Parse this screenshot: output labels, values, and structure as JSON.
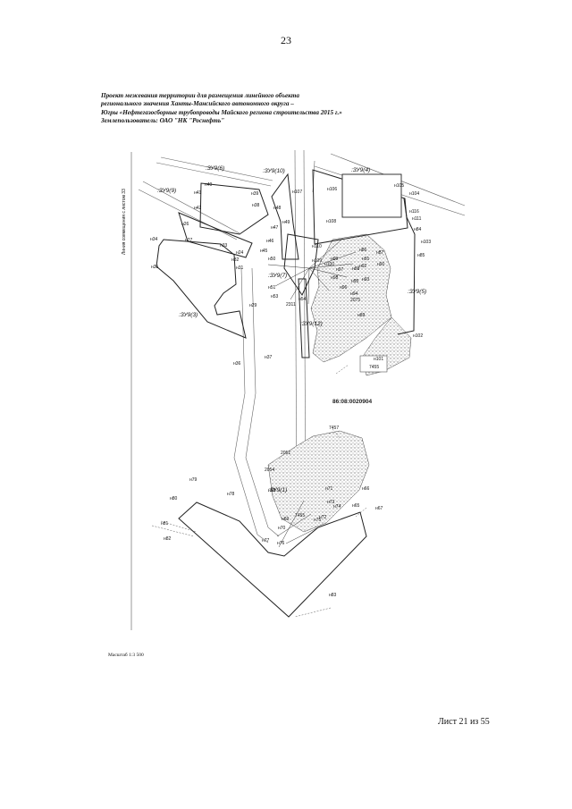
{
  "page_number": "23",
  "header_lines": [
    "Проект межевания территории для размещения линейного объекта",
    "регионального значения Ханты-Мансийского автономного округа –",
    "Югры «Нефтегазосборные трубопроводы Майского региона строительства 2015 г.»",
    "Землепользователь: ОАО \"НК \"Роснефть\""
  ],
  "map": {
    "cadastral_block": "86:08:0020904",
    "side_note": "Линия совмещения с листом 33",
    "zones": [
      ":ЗУ9(6)",
      ":ЗУ9(10)",
      ":ЗУ9(4)",
      ":ЗУ9(9)",
      ":ЗУ9(7)",
      ":ЗУ9(5)",
      ":ЗУ9(3)",
      ":ЗУ9(12)",
      ":ЗУ9(1)"
    ],
    "parcel_labels": [
      "7455",
      "7457",
      "2051",
      "2054",
      "2311",
      "7455",
      "2075"
    ],
    "point_labels": [
      "н40",
      "н41",
      "н39",
      "н42",
      "н38",
      "н26",
      "н27",
      "н34",
      "н33",
      "н24",
      "н32",
      "н31",
      "н35",
      "н48",
      "н47",
      "н46",
      "н45",
      "н49",
      "н107",
      "н106",
      "н105",
      "н104",
      "н108",
      "н109",
      "н110",
      "н111",
      "н116",
      "н84",
      "н103",
      "н85",
      "н50",
      "н51",
      "н53",
      "н54",
      "н29",
      "н37",
      "н36",
      "н102",
      "н101",
      "н100",
      "н99",
      "н98",
      "н97",
      "н96",
      "н95",
      "н94",
      "н93",
      "н92",
      "н91",
      "н90",
      "н89",
      "н88",
      "н87",
      "н86",
      "н79",
      "н78",
      "н80",
      "н81",
      "н82",
      "н77",
      "н76",
      "н75",
      "н74",
      "н73",
      "н72",
      "н71",
      "н70",
      "н69",
      "н68",
      "н67",
      "н66",
      "н65",
      "н83"
    ]
  },
  "scale_label": "Масштаб 1:3 500",
  "sheet_label": "Лист 21  из 55"
}
